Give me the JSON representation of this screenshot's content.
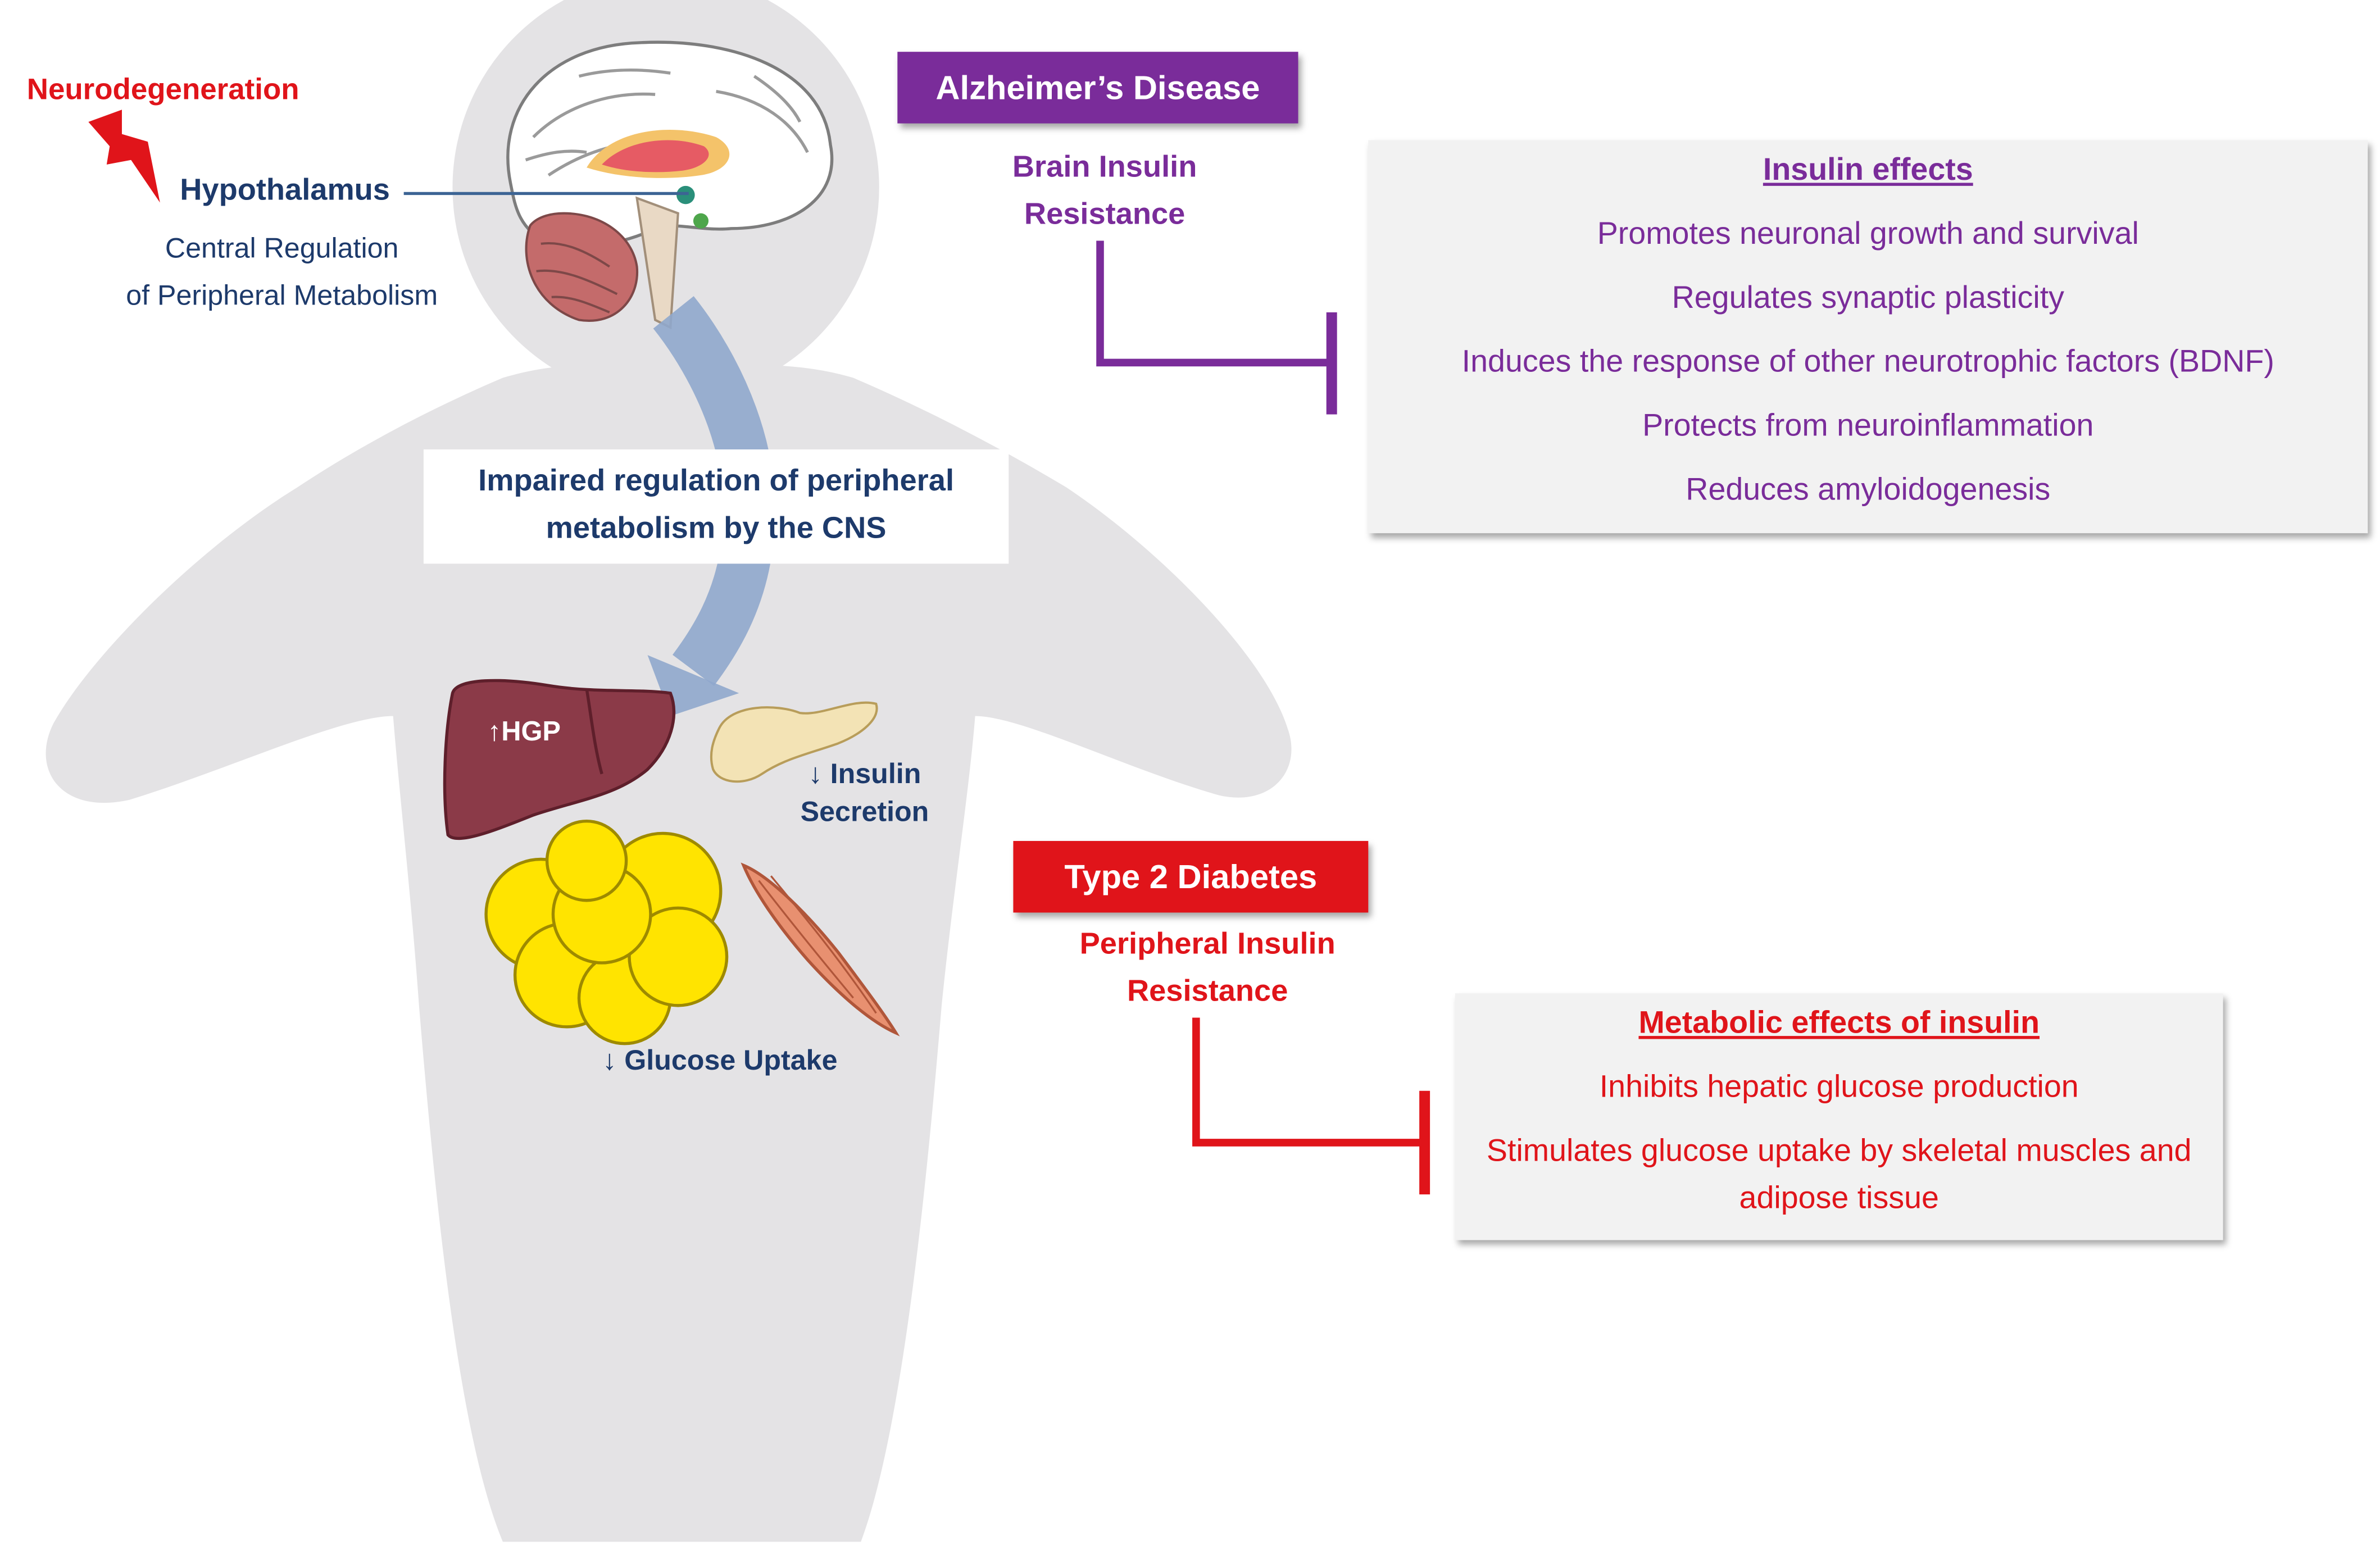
{
  "neurodegeneration": "Neurodegeneration",
  "hypothalamus": "Hypothalamus",
  "central_regulation": [
    "Central Regulation",
    "of Peripheral Metabolism"
  ],
  "impaired_regulation": [
    "Impaired regulation of peripheral",
    "metabolism by the CNS"
  ],
  "hgp_label": "↑HGP",
  "insulin_secretion": [
    "↓ Insulin",
    "Secretion"
  ],
  "glucose_uptake": "↓ Glucose Uptake",
  "alzheimers": {
    "title": "Alzheimer’s Disease",
    "subtitle": [
      "Brain Insulin",
      "Resistance"
    ],
    "box_title": "Insulin effects",
    "effects": [
      "Promotes neuronal growth and survival",
      "Regulates synaptic plasticity",
      "Induces the response of other neurotrophic factors (BDNF)",
      "Protects from neuroinflammation",
      "Reduces amyloidogenesis"
    ]
  },
  "diabetes": {
    "title": "Type 2 Diabetes",
    "subtitle": [
      "Peripheral Insulin",
      "Resistance"
    ],
    "box_title": "Metabolic effects of insulin",
    "effects": [
      "Inhibits hepatic glucose production",
      "Stimulates glucose uptake by skeletal muscles and adipose tissue"
    ]
  },
  "colors": {
    "purple": "#7a2c9a",
    "red": "#e0141a",
    "dark_blue": "#1d3a6b",
    "body_gray": "#e4e3e5",
    "arrow_blue": "#8fa7cc",
    "liver": "#8b3a48",
    "fat": "#ffe400"
  },
  "icons": [
    "lightning-bolt-icon",
    "brain-icon",
    "liver-icon",
    "pancreas-icon",
    "fat-cells-icon",
    "muscle-icon"
  ]
}
